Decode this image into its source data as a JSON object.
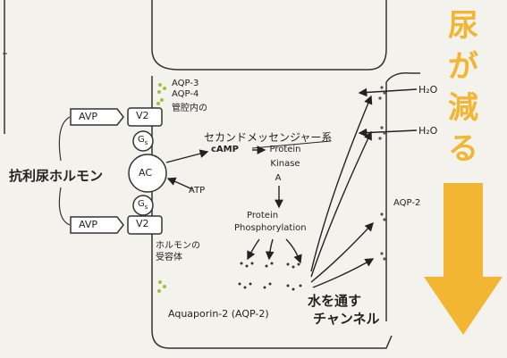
{
  "labels": {
    "avp_top": "AVP",
    "avp_bottom": "AVP",
    "v2_top": "V2",
    "v2_bottom": "V2",
    "gs_top": "G",
    "gs_bottom": "G",
    "gs_sub": "s",
    "ac": "AC",
    "antidiuretic": "抗利尿ホルモン",
    "aqp3": "AQP-3",
    "aqp4": "AQP-4",
    "basolateral": "管腔内の",
    "second_messenger": "セカンドメッセンジャー系",
    "camp": "cAMP",
    "pk_line1": "Protein",
    "pk_line2": "Kinase",
    "pk_line3": "A",
    "pp_line1": "Protein",
    "pp_line2": "Phosphorylation",
    "atp": "ATP",
    "hormone_receptor_1": "ホルモンの",
    "hormone_receptor_2": "受容体",
    "h2o_1": "H₂O",
    "h2o_2": "H₂O",
    "aqp2_right": "AQP-2",
    "aquaporin": "Aquaporin-2 (AQP-2)",
    "channel_1": "水を通す",
    "channel_2": "チャンネル",
    "urine_1": "尿",
    "urine_2": "が",
    "urine_3": "減",
    "urine_4": "る"
  },
  "colors": {
    "accent": "#f2b632",
    "ink": "#222222",
    "dots_green": "#9bc23a"
  }
}
